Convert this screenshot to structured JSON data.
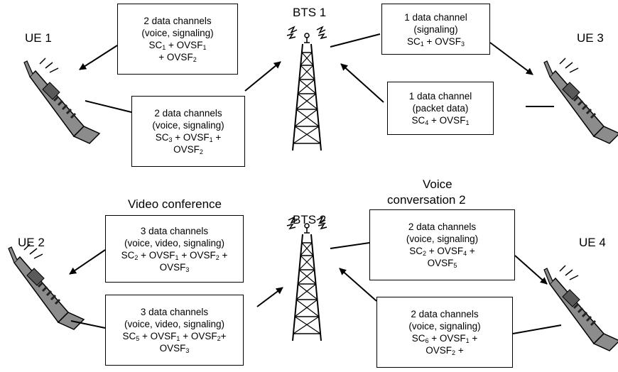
{
  "top_section": {
    "bts_label": "BTS 1",
    "ue_left_label": "UE 1",
    "ue_right_label": "UE 3",
    "box_downlink_left": {
      "line1": "2 data channels",
      "line2": "(voice, signaling)",
      "line3": "SC<sub>1</sub> + OVSF<sub>1</sub>",
      "line4": "+ OVSF<sub>2</sub>"
    },
    "box_uplink_left": {
      "line1": "2 data channels",
      "line2": "(voice, signaling)",
      "line3": "SC<sub>3</sub> + OVSF<sub>1</sub> +",
      "line4": "OVSF<sub>2</sub>"
    },
    "box_downlink_right": {
      "line1": "1 data channel",
      "line2": "(signaling)",
      "line3": "SC<sub>1</sub> + OVSF<sub>3</sub>"
    },
    "box_uplink_right": {
      "line1": "1 data channel",
      "line2": "(packet data)",
      "line3": "SC<sub>4</sub> + OVSF<sub>1</sub>"
    }
  },
  "bottom_section": {
    "bts_label": "BTS 2",
    "ue_left_label": "UE 2",
    "ue_right_label": "UE 4",
    "left_heading": "Video conference",
    "right_heading_line1": "Voice",
    "right_heading_line2": "conversation 2",
    "box_downlink_left": {
      "line1": "3 data channels",
      "line2": "(voice, video, signaling)",
      "line3": "SC<sub>2</sub> + OVSF<sub>1</sub> + OVSF<sub>2</sub> +",
      "line4": "OVSF<sub>3</sub>"
    },
    "box_uplink_left": {
      "line1": "3 data channels",
      "line2": "(voice, video, signaling)",
      "line3": "SC<sub>5</sub> + OVSF<sub>1</sub> + OVSF<sub>2</sub>+",
      "line4": "OVSF<sub>3</sub>"
    },
    "box_downlink_right": {
      "line1": "2 data channels",
      "line2": "(voice, signaling)",
      "line3": "SC<sub>2</sub> + OVSF<sub>4</sub> +",
      "line4": "OVSF<sub>5</sub>"
    },
    "box_uplink_right": {
      "line1": "2 data channels",
      "line2": "(voice, signaling)",
      "line3": "SC<sub>6</sub> + OVSF<sub>1</sub> +",
      "line4": "OVSF<sub>2</sub> +"
    }
  },
  "colors": {
    "phone_body": "#8c8c8c",
    "phone_dark": "#5a5a5a",
    "line": "#000000"
  },
  "icons": [
    "mobile-phone-icon",
    "cell-tower-icon"
  ]
}
